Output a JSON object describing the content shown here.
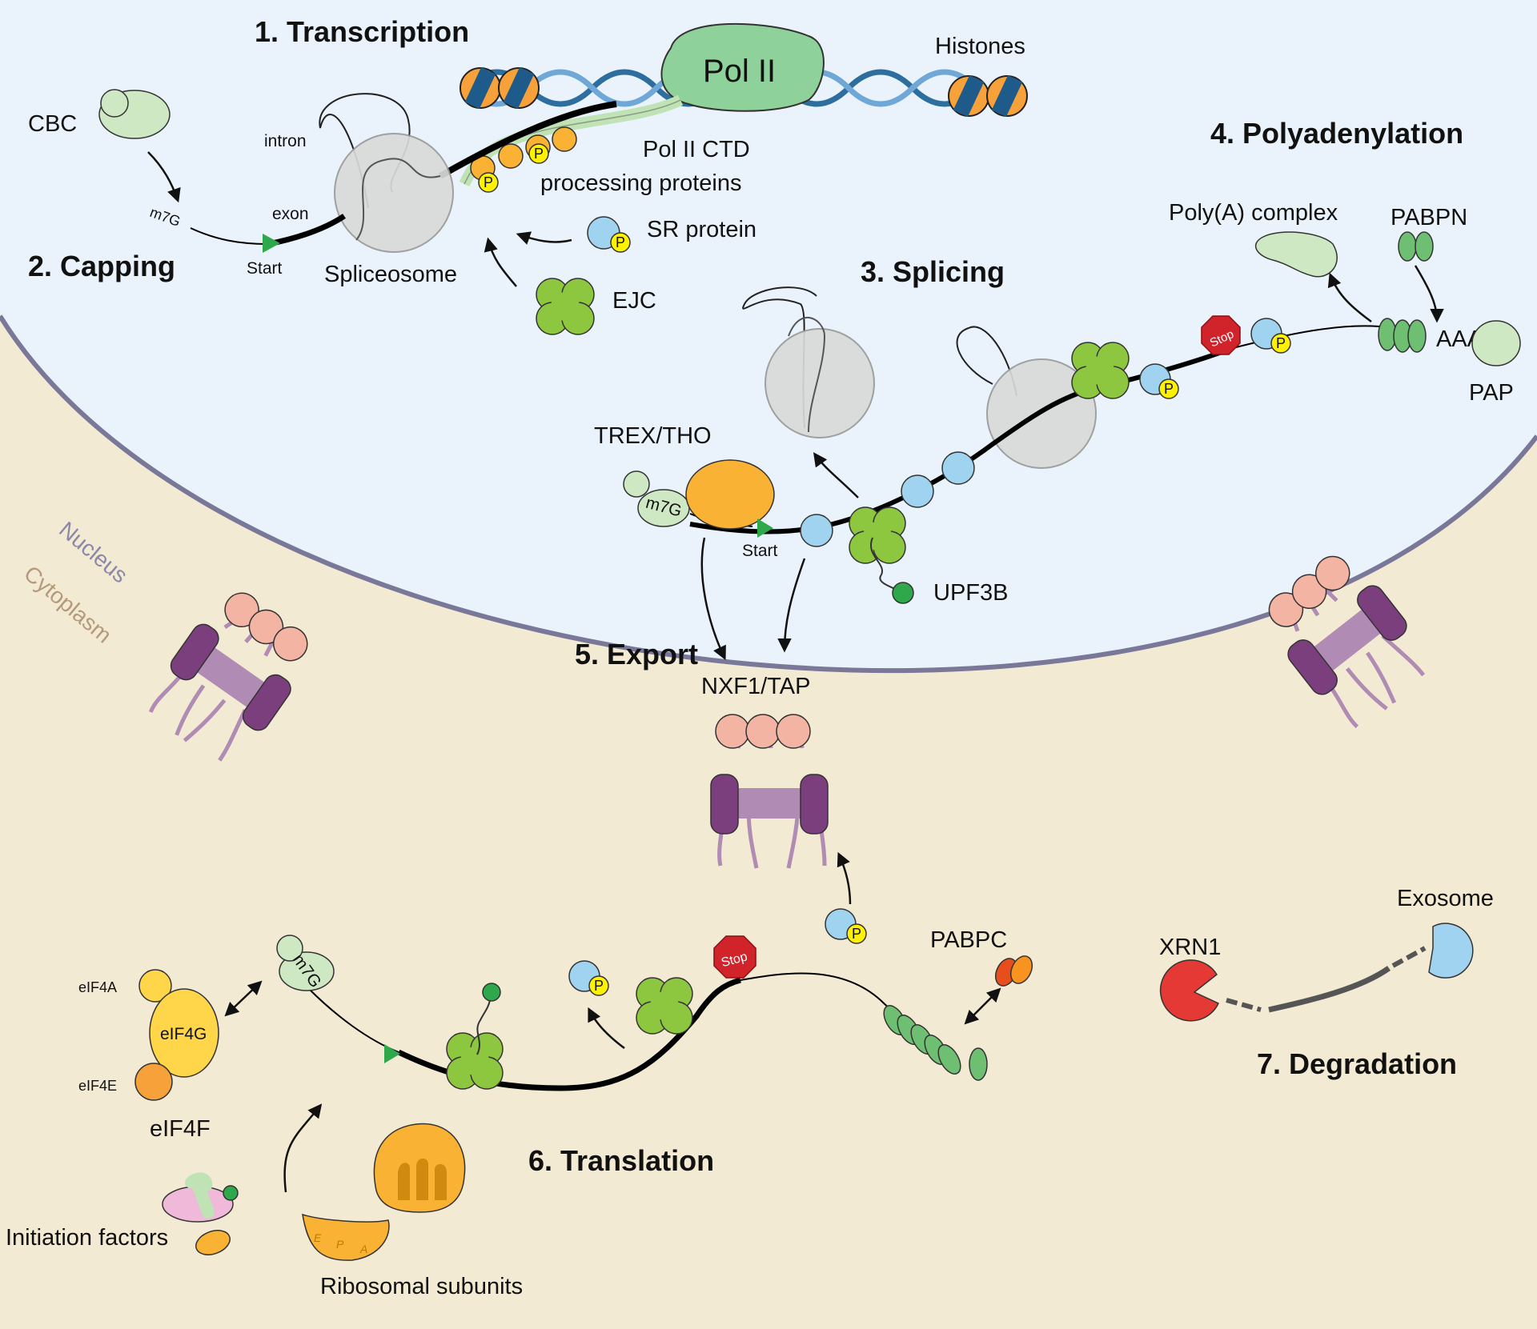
{
  "colors": {
    "nucleus": "#eaf3fb",
    "cytoplasm": "#f3ead3",
    "membrane": "#7a7898",
    "protein_green_light": "#cfe8c4",
    "ejc_green": "#8dc63f",
    "pabp_green": "#6fbf73",
    "sr_blue": "#9fd3ef",
    "phospho_yellow": "#fff200",
    "ctd_orange": "#f9b233",
    "pore_purple": "#7b3f7e",
    "pore_pink": "#f4b4a4",
    "stop_red": "#d1232a",
    "xrn1_red": "#e53935"
  },
  "steps": {
    "transcription": "1. Transcription",
    "capping": "2. Capping",
    "splicing": "3. Splicing",
    "polyadenylation": "4. Polyadenylation",
    "export": "5. Export",
    "translation": "6. Translation",
    "degradation": "7. Degradation"
  },
  "labels": {
    "pol_ii": "Pol II",
    "histones": "Histones",
    "cbc": "CBC",
    "intron": "intron",
    "exon": "exon",
    "m7g": "m7G",
    "start": "Start",
    "spliceosome": "Spliceosome",
    "pol_ii_ctd": "Pol II CTD",
    "processing_proteins": "processing proteins",
    "sr_protein": "SR protein",
    "ejc": "EJC",
    "poly_a_complex": "Poly(A) complex",
    "pabpn": "PABPN",
    "pap": "PAP",
    "stop": "Stop",
    "p": "P",
    "aaaa": "AAAA",
    "a": "A",
    "trex_tho": "TREX/THO",
    "upf3b": "UPF3B",
    "nxf1_tap": "NXF1/TAP",
    "nucleus": "Nucleus",
    "cytoplasm": "Cytoplasm",
    "pabpc": "PABPC",
    "exosome": "Exosome",
    "xrn1": "XRN1",
    "eif4a": "eIF4A",
    "eif4g": "eIF4G",
    "eif4e": "eIF4E",
    "eif4f": "eIF4F",
    "initiation_factors": "Initiation factors",
    "ribosomal_subunits": "Ribosomal subunits",
    "site_e": "E",
    "site_p": "P",
    "site_a": "A"
  }
}
